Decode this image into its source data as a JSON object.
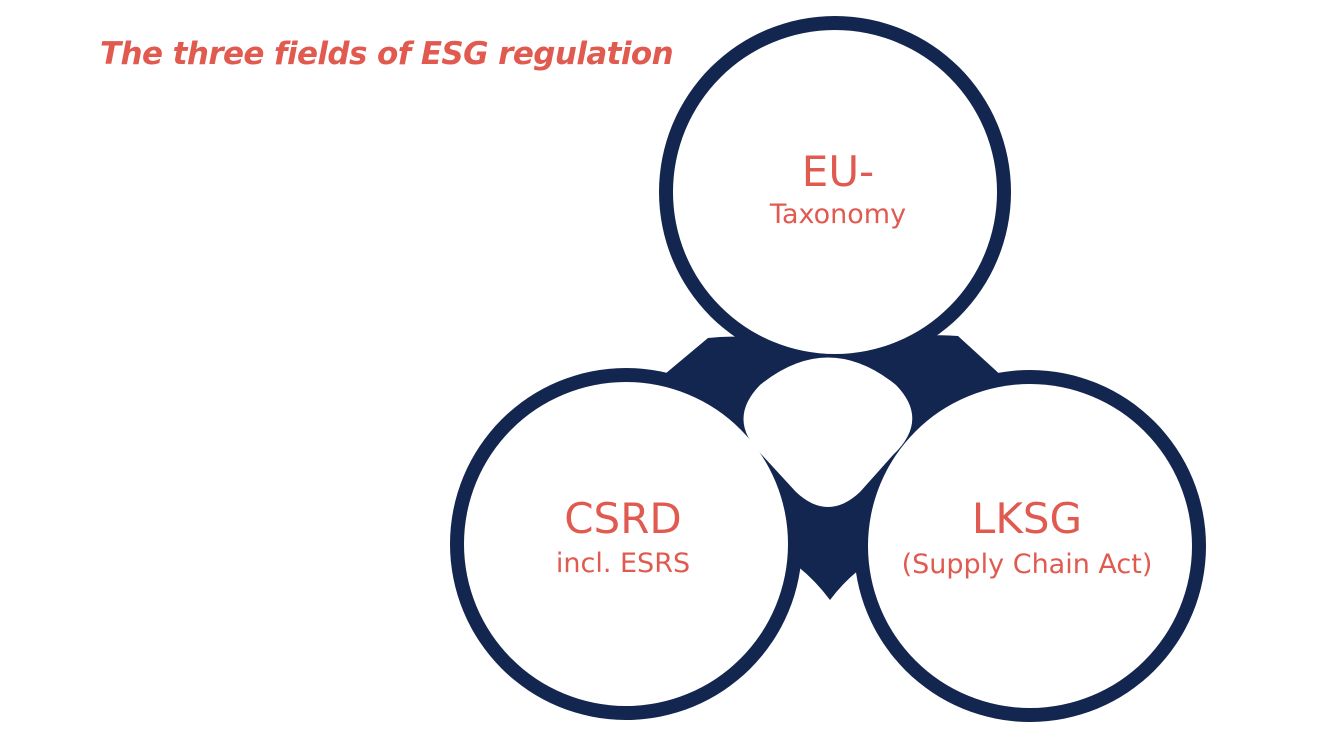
{
  "title": "The three fields of ESG regulation",
  "colors": {
    "accent": "#e05a50",
    "ring": "#13264f",
    "background": "#ffffff"
  },
  "fields": [
    {
      "name": "EU-",
      "subtitle": "Taxonomy"
    },
    {
      "name": "CSRD",
      "subtitle": "incl. ESRS"
    },
    {
      "name": "LKSG",
      "subtitle": "(Supply Chain Act)"
    }
  ]
}
